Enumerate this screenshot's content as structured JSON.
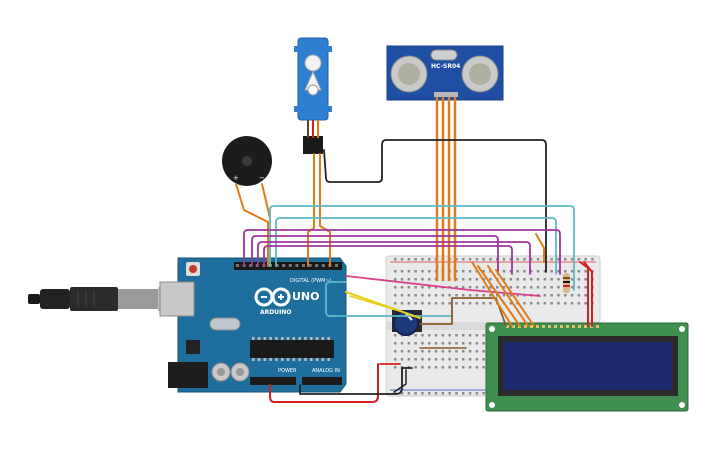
{
  "sensor": {
    "model": "HC-SR04"
  },
  "arduino": {
    "board": "UNO",
    "brand": "ARDUINO",
    "digital_header": "DIGITAL (PWM~)",
    "power_header": "POWER",
    "analog_header": "ANALOG IN"
  },
  "colors": {
    "background": "#ffffff",
    "board_blue": "#1f6f9e",
    "sensor_blue": "#1e4fa3",
    "servo_blue": "#2f7fd1",
    "breadboard": "#e9e9e9",
    "lcd_green": "#3f8f4f",
    "lcd_screen": "#1c2a6e",
    "wire_orange": "#e07b18",
    "wire_purple": "#a0359a",
    "wire_cyan": "#5fb7c7",
    "wire_black": "#222222",
    "wire_red": "#d22020",
    "wire_yellow": "#e6cf1a",
    "wire_brown": "#8a5a2b",
    "wire_pink": "#d9408a"
  }
}
